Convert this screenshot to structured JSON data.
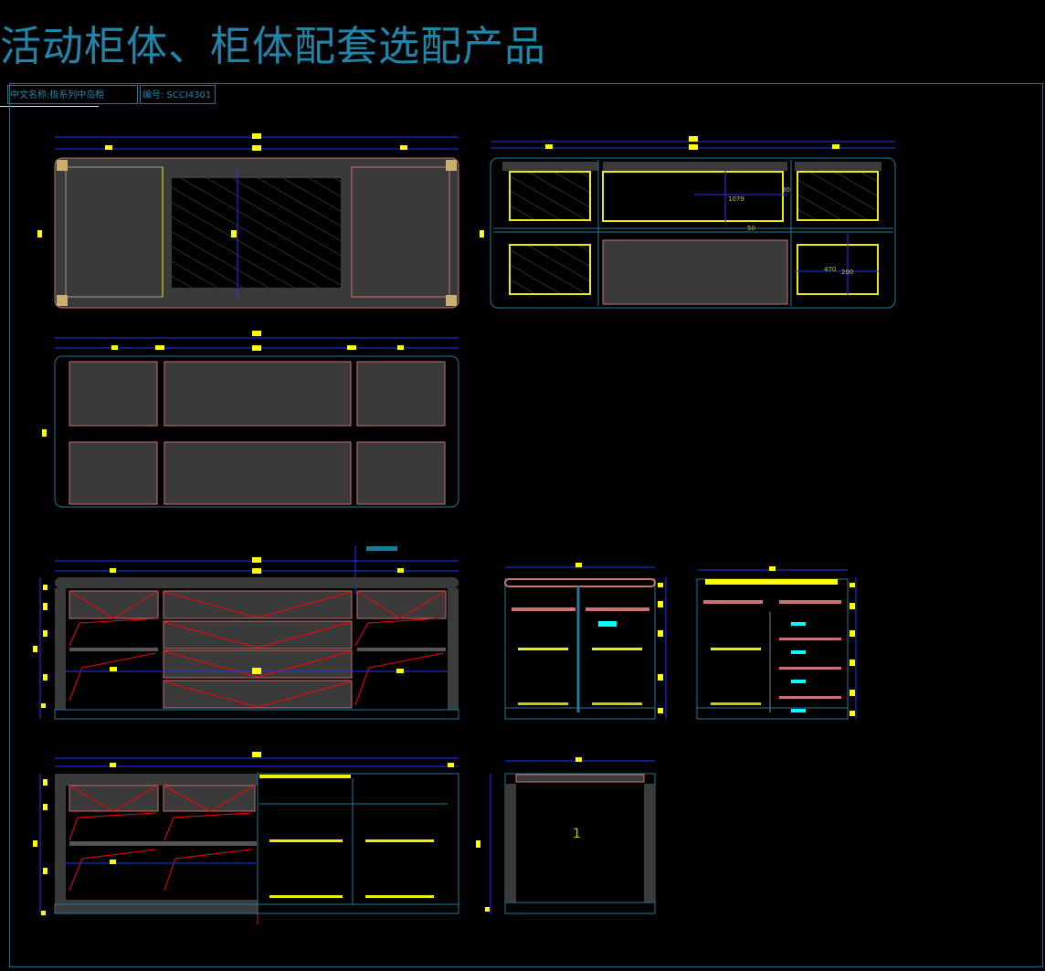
{
  "title": "活动柜体、柜体配套选配产品",
  "info": {
    "name_label": "中文名称:极系列中岛柜",
    "code_label": "编号: SCCI4301"
  },
  "dimensions": {
    "glass_width": "1079",
    "glass_gap": "30",
    "shelf_gap": "50",
    "drawer_width": "470",
    "drawer_height": "200"
  },
  "section_marker": "1",
  "colors": {
    "line": "#1d7a98",
    "panel": "#3a3a3a",
    "edge": "#d07070",
    "dim": "#ffff00",
    "dimline": "#0000ff",
    "highlight": "#ffee00"
  }
}
